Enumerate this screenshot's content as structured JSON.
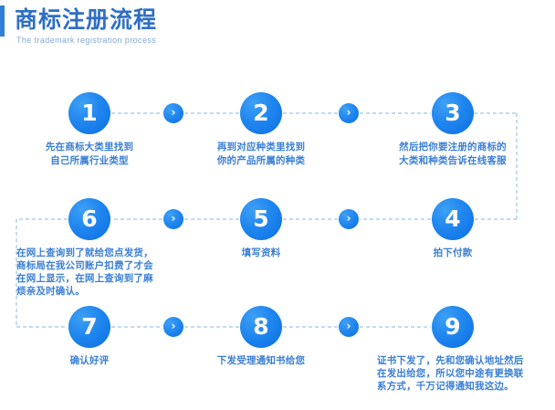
{
  "header": {
    "title": "商标注册流程",
    "subtitle": "The trademark registration process",
    "accent_color": "#2f7fd6",
    "title_color": "#2f6fc4",
    "subtitle_color": "#7fa8d8"
  },
  "flow": {
    "connector_color": "#9fc4e8",
    "circle_color": "#1f86ef",
    "label_color": "#3b7fd4",
    "arrow_glyph": "›",
    "steps": [
      {
        "number": "1",
        "label": "先在商标大类里找到\n自己所属行业类型"
      },
      {
        "number": "2",
        "label": "再到对应种类里找到\n你的产品所属的种类"
      },
      {
        "number": "3",
        "label": "然后把你要注册的商标的\n大类和种类告诉在线客服"
      },
      {
        "number": "4",
        "label": "拍下付款"
      },
      {
        "number": "5",
        "label": "填写资料"
      },
      {
        "number": "6",
        "label": "在网上查询到了就给您点发货，商标局在我公司账户扣费了才会在网上显示，在网上查询到了麻烦亲及时确认。"
      },
      {
        "number": "7",
        "label": "确认好评"
      },
      {
        "number": "8",
        "label": "下发受理通知书给您"
      },
      {
        "number": "9",
        "label": "证书下发了，先和您确认地址然后在发出给您，所以您中途有更换联系方式，千万记得通知我这边。"
      }
    ],
    "arrows": [
      {
        "name": "arrow-1-to-2"
      },
      {
        "name": "arrow-2-to-3"
      },
      {
        "name": "arrow-6-to-5"
      },
      {
        "name": "arrow-5-to-4"
      },
      {
        "name": "arrow-7-to-8"
      },
      {
        "name": "arrow-8-to-9"
      }
    ]
  }
}
